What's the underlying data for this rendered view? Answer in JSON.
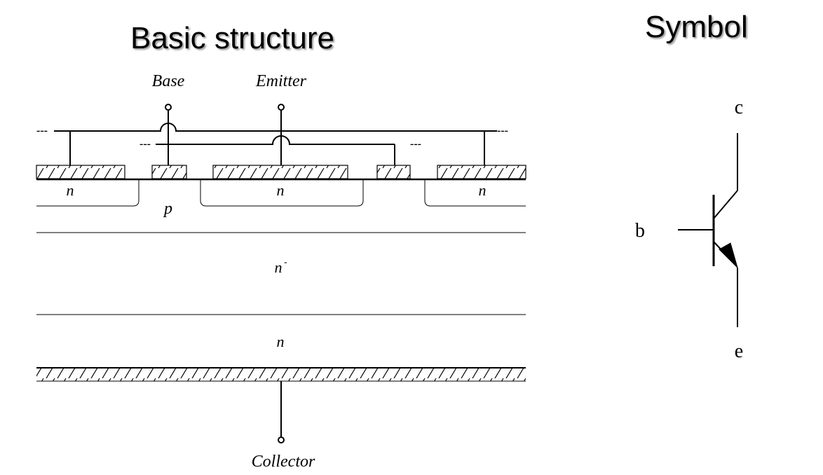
{
  "titles": {
    "structure": "Basic structure",
    "symbol": "Symbol"
  },
  "terminals": {
    "base": "Base",
    "emitter": "Emitter",
    "collector": "Collector"
  },
  "regions": {
    "n_left": "n",
    "n_middle": "n",
    "n_right": "n",
    "p": "p",
    "n_minus_base": "n",
    "n_minus_sup": "-",
    "n_buffer": "n"
  },
  "symbol_labels": {
    "collector": "c",
    "base": "b",
    "emitter": "e"
  },
  "dashes": {
    "wire_end": "---"
  },
  "colors": {
    "line": "#000000",
    "title_shadow": "#9a9a9a"
  }
}
